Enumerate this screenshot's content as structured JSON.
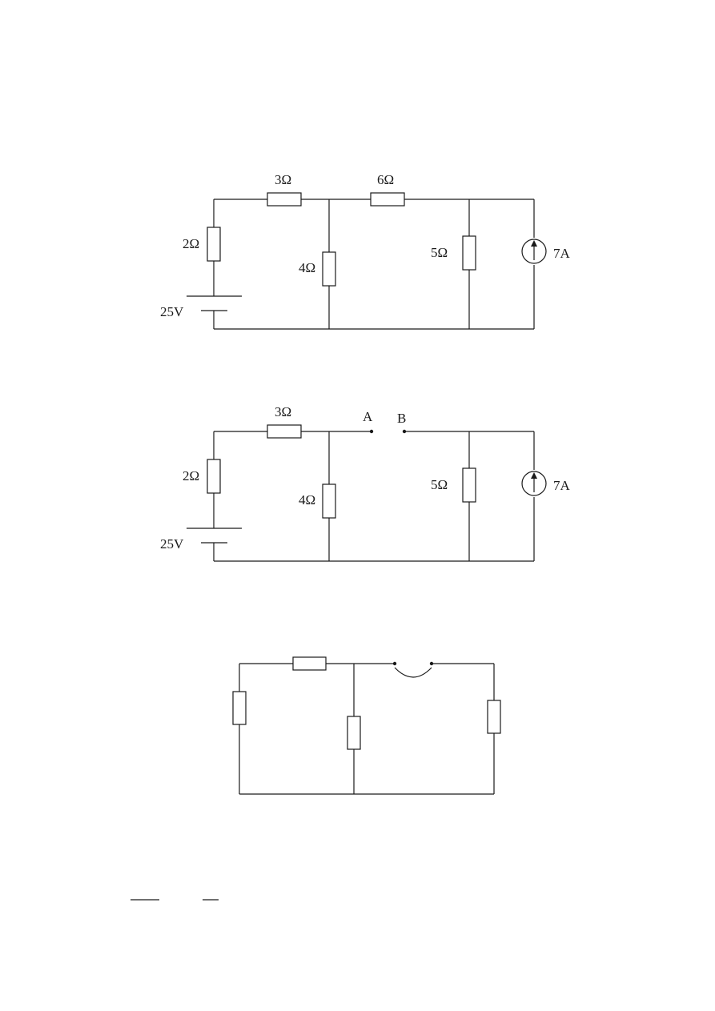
{
  "circuit_1": {
    "r_top_left": "3Ω",
    "r_top_mid": "6Ω",
    "r_left": "2Ω",
    "r_mid": "4Ω",
    "r_right": "5Ω",
    "source_v": "25V",
    "source_i": "7A"
  },
  "circuit_2": {
    "r_top_left": "3Ω",
    "r_left": "2Ω",
    "r_mid": "4Ω",
    "r_right": "5Ω",
    "source_v": "25V",
    "source_i": "7A",
    "terminal_a": "A",
    "terminal_b": "B"
  }
}
